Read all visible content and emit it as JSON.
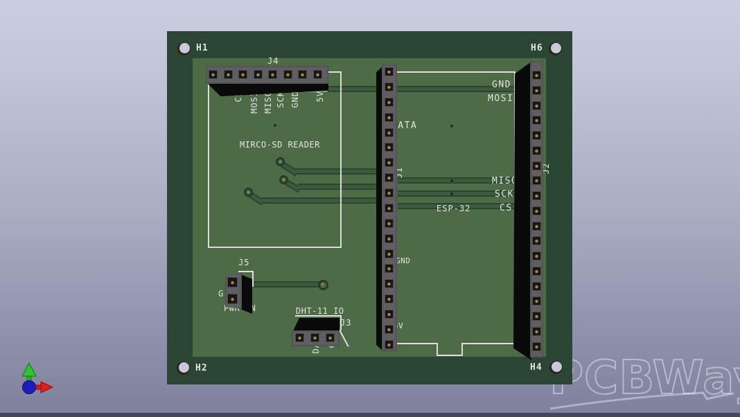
{
  "viewport": {
    "watermark_text": "PCBWay"
  },
  "colors": {
    "board_edge": "#2b4634",
    "copper_zone": "#4d6b45",
    "silkscreen": "#e3e3e3",
    "background_top": "#cbcee0",
    "background_bottom": "#7e819c",
    "axis_x_color": "#d31616",
    "axis_y_color": "#21b421",
    "origin_color": "#1d1dbf"
  },
  "board": {
    "mounting_holes": [
      {
        "label": "H1"
      },
      {
        "label": "H6"
      },
      {
        "label": "H2"
      },
      {
        "label": "H4"
      }
    ],
    "footprints": {
      "sd_reader_title": "MIRCO-SD READER",
      "esp_title": "ESP-32",
      "dht_title": "DHT-11 IO"
    },
    "connectors": {
      "j4": {
        "id": "J4",
        "pins": 8,
        "pin_labels": [
          "CS",
          "MOSI",
          "MISO",
          "SCK",
          "GND",
          "5V"
        ]
      },
      "j1": {
        "id": "J1",
        "pins": 19,
        "side_labels": [
          "DATA",
          "GND",
          "5V"
        ]
      },
      "j2": {
        "id": "J2",
        "pins": 19,
        "side_labels": [
          "GND",
          "MOSI",
          "MISO",
          "SCK",
          "CS"
        ]
      },
      "j5": {
        "id": "J5",
        "pins": 2,
        "labels": [
          "G",
          "PWR IN"
        ]
      },
      "j3": {
        "id": "J3",
        "pins": 3,
        "pin_labels": [
          "DA",
          "G"
        ]
      }
    }
  }
}
